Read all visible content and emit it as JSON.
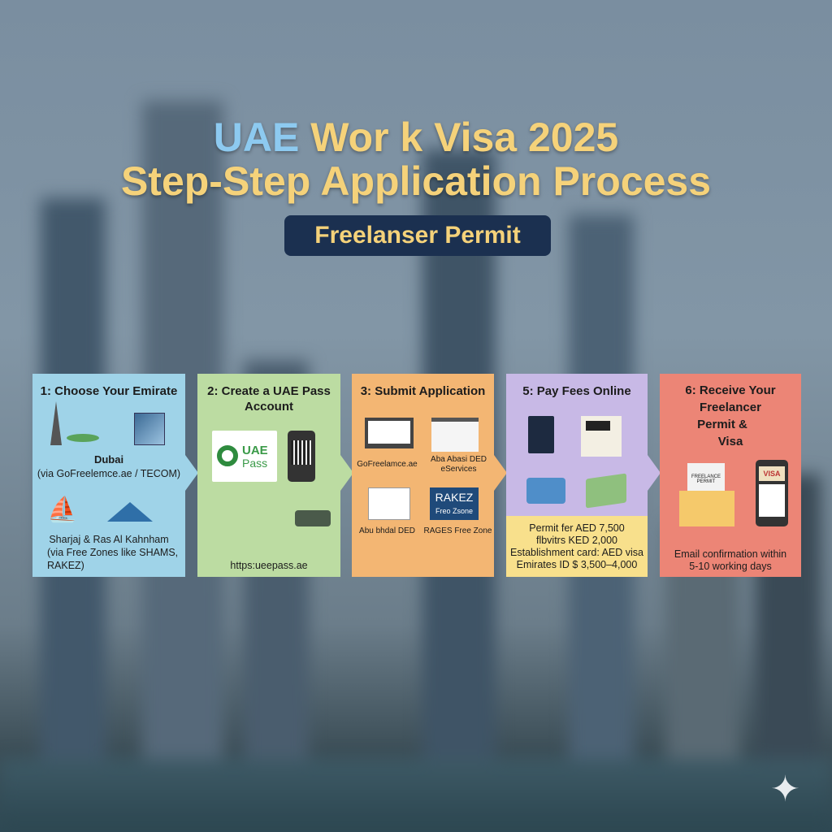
{
  "title": {
    "line1_highlight": "UAE",
    "line1_rest": " Wor k Visa 2025",
    "line2": "Step-Step Application Process"
  },
  "badge": "Freelanser Permit",
  "steps": [
    {
      "heading": "1: Choose Your Emirate",
      "dubai": "Dubai",
      "dubai_note": "(via GoFreelemce.ae / TECOM)",
      "north": "Sharjaj & Ras Al Kahnham",
      "north_note1": "(via Free Zones like SHAMS,",
      "north_note2": "RAKEZ)"
    },
    {
      "heading1": "2: Create a UAE Pass",
      "heading2": "Account",
      "logo_top": "UAE",
      "logo_bottom": "Pass",
      "url": "https:ueepass.ae"
    },
    {
      "heading": "3: Submit Application",
      "items": [
        "GoFreelamce.ae",
        "Aba Abasi DED eServices",
        "Abu bhdal DED",
        "RAGES Free Zone"
      ],
      "rakez_title": "RAKEZ",
      "rakez_sub": "Freo Zsone"
    },
    {
      "heading": "5: Pay Fees Online",
      "fees": [
        "Permit fer AED 7,500",
        "flbvitrs KED 2,000",
        "Establishment card: AED visa",
        "Emirates ID $ 3,500–4,000"
      ]
    },
    {
      "heading": [
        "6: Receive Your",
        "Freelancer",
        "Permit &",
        "Visa"
      ],
      "doc_label": "FREELANCE PERMIT",
      "visa_label": "VISA",
      "note1": "Email confirmation within",
      "note2": "5-10 working days"
    }
  ],
  "colors": {
    "step1": "#9fd3e8",
    "step2": "#bcdca2",
    "step3": "#f3b673",
    "step4": "#c8b9e6",
    "fees": "#f8e08c",
    "step5": "#ec8576",
    "title": "#f5d27a",
    "navy": "#1b3050"
  }
}
